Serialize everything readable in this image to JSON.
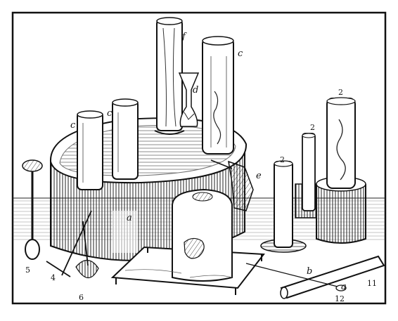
{
  "figure": {
    "labels": {
      "f": "f",
      "c_top": "c",
      "d": "d",
      "c_left": "c",
      "c_mid": "c",
      "a": "a",
      "e": "e",
      "two_a": "2",
      "two_b": "2",
      "two_c": "2",
      "five": "5",
      "four": "4",
      "six": "6",
      "b": "b",
      "a_small": "a",
      "eleven": "11",
      "twelve": "12"
    }
  }
}
